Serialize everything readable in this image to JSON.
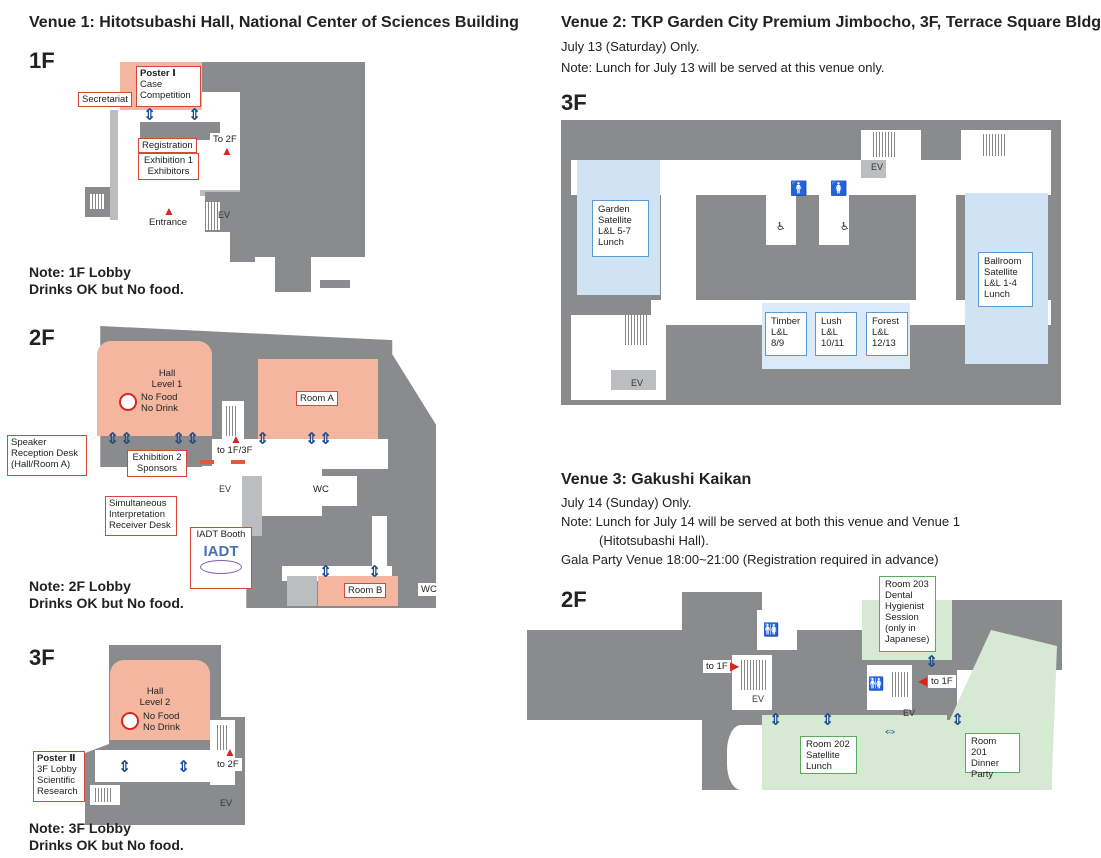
{
  "venue1": {
    "title": "Venue 1: Hitotsubashi Hall, National Center of Sciences Building",
    "f1": {
      "label": "1F",
      "poster_title": "Poster Ⅰ",
      "poster_sub": "Case Competition",
      "secretariat": "Secretariat",
      "registration": "Registration",
      "exhibition_title": "Exhibition 1",
      "exhibition_sub": "Exhibitors",
      "entrance": "Entrance",
      "to_2f": "To 2F",
      "ev": "EV",
      "note_line1": "Note: 1F Lobby",
      "note_line2": "Drinks OK but No food."
    },
    "f2": {
      "label": "2F",
      "hall_title": "Hall",
      "hall_level": "Level 1",
      "no_food": "No Food",
      "no_drink": "No Drink",
      "room_a": "Room A",
      "room_b": "Room B",
      "speaker_desk": "Speaker Reception Desk (Hall/Room A)",
      "exhibition2_title": "Exhibition 2",
      "exhibition2_sub": "Sponsors",
      "to_1f3f": "to 1F/3F",
      "ev": "EV",
      "wc1": "WC",
      "wc2": "WC",
      "simul_desk": "Simultaneous Interpretation Receiver Desk",
      "iadt_booth": "IADT Booth",
      "iadt_logo": "IADT",
      "note_line1": "Note: 2F Lobby",
      "note_line2": "Drinks OK but No food."
    },
    "f3": {
      "label": "3F",
      "hall_title": "Hall",
      "hall_level": "Level 2",
      "no_food": "No Food",
      "no_drink": "No Drink",
      "poster2_title": "Poster Ⅱ",
      "poster2_sub": "3F Lobby Scientific Research",
      "to_2f": "to 2F",
      "ev": "EV",
      "note_line1": "Note: 3F Lobby",
      "note_line2": "Drinks OK but No food."
    }
  },
  "venue2": {
    "title": "Venue 2: TKP Garden City Premium Jimbocho, 3F, Terrace Square Bldg.",
    "date": "July 13 (Saturday) Only.",
    "note": "Note: Lunch for July 13 will be served at this venue only.",
    "floor_label": "3F",
    "garden": "Garden Satellite L&L 5-7 Lunch",
    "ballroom": "Ballroom Satellite L&L 1-4 Lunch",
    "timber": "Timber L&L 8/9",
    "lush": "Lush L&L 10/11",
    "forest": "Forest L&L 12/13",
    "ev1": "EV",
    "ev2": "EV"
  },
  "venue3": {
    "title": "Venue 3: Gakushi Kaikan",
    "date": "July 14 (Sunday) Only.",
    "note_line1": "Note: Lunch for July 14 will be served at both this venue and Venue 1",
    "note_line2": "(Hitotsubashi Hall).",
    "gala": "Gala Party Venue 18:00~21:00 (Registration required in advance)",
    "floor_label": "2F",
    "room203": "Room 203 Dental Hygienist Session (only in Japanese)",
    "room202": "Room 202 Satellite Lunch",
    "room201": "Room 201 Dinner Party",
    "to_1f_a": "to 1F",
    "to_1f_b": "to 1F",
    "ev1": "EV",
    "ev2": "EV"
  }
}
